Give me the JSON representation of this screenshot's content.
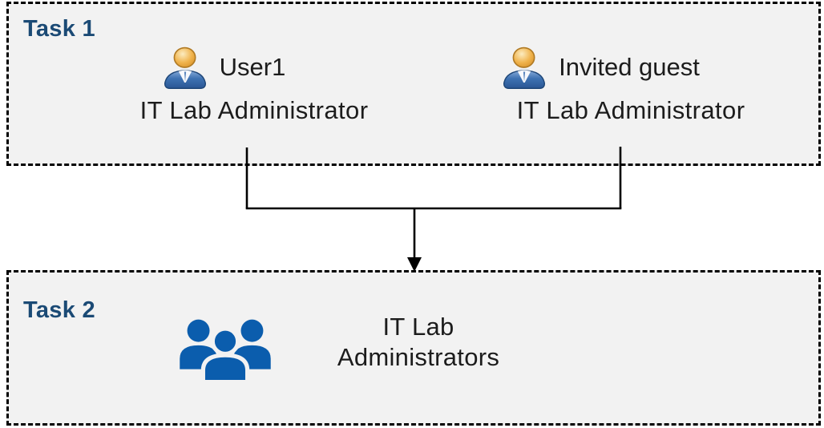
{
  "colors": {
    "task_label_blue": "#1b4a75",
    "box_background": "#f2f2f2",
    "box_border": "#000000",
    "connector_line": "#000000",
    "body_text": "#1c1c1c",
    "group_icon_blue": "#0b5dad",
    "user_icon_head_gold": "#edb04a",
    "user_icon_body_blue": "#3e72b2"
  },
  "task1": {
    "label": "Task 1",
    "users": [
      {
        "icon": "user-icon",
        "name": "User1",
        "role": "IT Lab Administrator"
      },
      {
        "icon": "user-icon",
        "name": "Invited guest",
        "role": "IT Lab Administrator"
      }
    ]
  },
  "task2": {
    "label": "Task 2",
    "group": {
      "icon": "group-icon",
      "name": "IT Lab Administrators"
    }
  },
  "connector": {
    "type": "merge-arrow-down",
    "from": [
      "User1",
      "Invited guest"
    ],
    "to": "IT Lab Administrators"
  }
}
